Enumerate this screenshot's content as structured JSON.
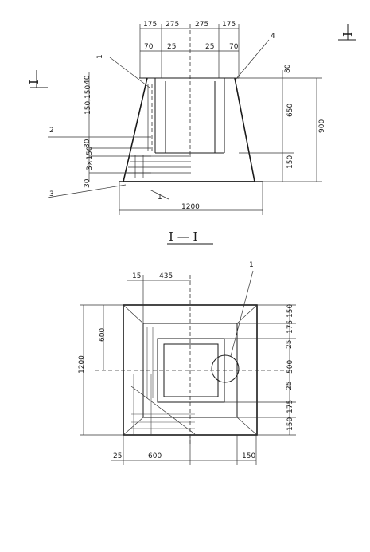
{
  "elevation": {
    "section_marker_left": "I",
    "section_marker_right": "I",
    "top_dims": [
      "175",
      "275",
      "275",
      "175"
    ],
    "sub_dims": [
      "70",
      "25",
      "25",
      "70"
    ],
    "callouts": [
      "1",
      "2",
      "3",
      "4"
    ],
    "callout_a": "1",
    "left_dims": [
      "40",
      "150,150",
      "30",
      "3×150",
      "30"
    ],
    "right_dims": [
      "80",
      "650",
      "900",
      "150"
    ],
    "bottom_dim": "1200"
  },
  "plan": {
    "title": "I — I",
    "top_dims": [
      "15",
      "435"
    ],
    "callout": "1",
    "left_dims": [
      "600",
      "1200"
    ],
    "right_dims": [
      "150",
      "175",
      "25",
      "500",
      "25",
      "175",
      "150"
    ],
    "bottom_dims": [
      "25",
      "600",
      "150"
    ]
  }
}
